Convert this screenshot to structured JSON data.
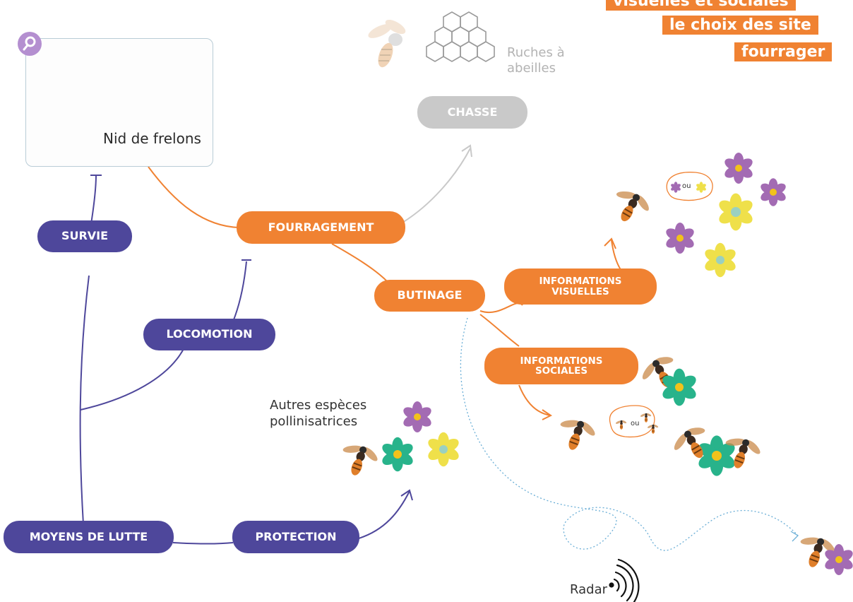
{
  "banner": {
    "line1": "visuelles et sociales",
    "line2": "le choix des site",
    "line3": "fourrager"
  },
  "nodes": {
    "survie": "SURVIE",
    "locomotion": "LOCOMOTION",
    "moyens_de_lutte": "MOYENS DE LUTTE",
    "protection": "PROTECTION",
    "fourragement": "FOURRAGEMENT",
    "chasse": "CHASSE",
    "butinage": "BUTINAGE",
    "informations_visuelles_line1": "INFORMATIONS",
    "informations_visuelles_line2": "VISUELLES",
    "informations_sociales_line1": "INFORMATIONS",
    "informations_sociales_line2": "SOCIALES"
  },
  "labels": {
    "nid_de_frelons": "Nid de frelons",
    "ruches_line1": "Ruches à",
    "ruches_line2": "abeilles",
    "autres_line1": "Autres espèces",
    "autres_line2": "pollinisatrices",
    "radar": "Radar",
    "ou_visuel": "ou",
    "ou_social": "ou"
  },
  "icons": [
    "search-icon",
    "hornet-nest-icon",
    "bee-icon",
    "honeycomb-icon",
    "hornet-icon",
    "flower-icon",
    "radar-icon"
  ],
  "colors": {
    "purple": "#4e479b",
    "orange": "#f08232",
    "grey": "#c9c9c9",
    "flower_purple": "#a36bb3",
    "flower_yellow": "#efe04a",
    "flower_green": "#28b38b",
    "radar_path": "#6aaed6"
  }
}
